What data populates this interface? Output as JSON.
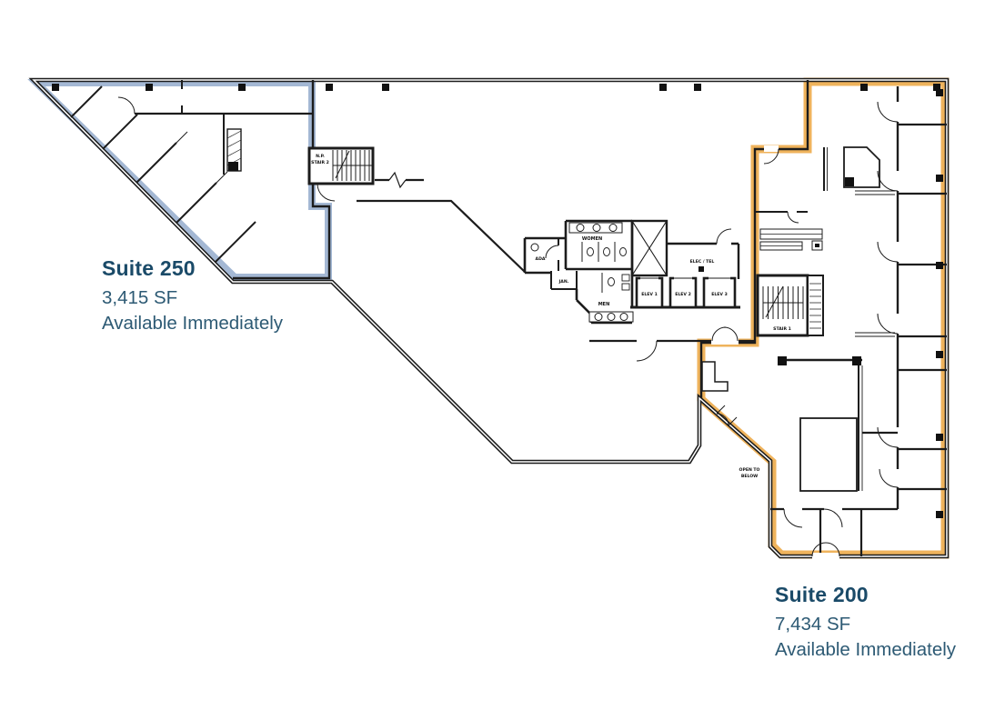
{
  "plan": {
    "suites": [
      {
        "id": "suite-250",
        "name": "Suite 250",
        "area": "3,415 SF",
        "availability": "Available Immediately",
        "highlight_color": "#a4b8d4"
      },
      {
        "id": "suite-200",
        "name": "Suite 200",
        "area": "7,434 SF",
        "availability": "Available Immediately",
        "highlight_color": "#efb35c"
      }
    ],
    "core_labels": {
      "stair2_line1": "N.P.",
      "stair2_line2": "STAIR 2",
      "stair1": "STAIR 1",
      "elevators": [
        "ELEV 1",
        "ELEV 2",
        "ELEV 3"
      ],
      "elec_tel": "ELEC / TEL",
      "women": "WOMEN",
      "men": "MEN",
      "jan": "JAN.",
      "ada": "ADA",
      "open_to_below_line1": "OPEN TO",
      "open_to_below_line2": "BELOW"
    },
    "colors": {
      "suite250_outline": "#a4b8d4",
      "suite200_outline": "#efb35c",
      "wall": "#1c1c1c",
      "label_heading": "#1a4a68",
      "label_body": "#2d5a74"
    }
  }
}
